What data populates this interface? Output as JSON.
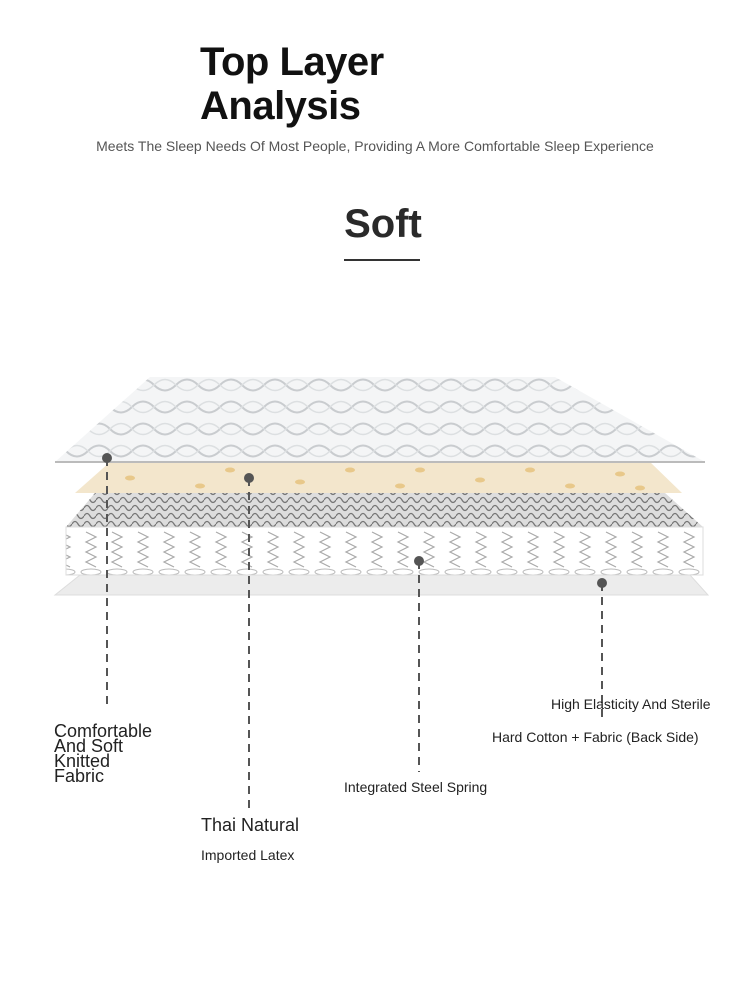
{
  "header": {
    "title_line1": "Top Layer",
    "title_line2": "Analysis",
    "subtitle": "Meets The Sleep Needs Of Most People, Providing A More Comfortable Sleep Experience",
    "section_title": "Soft"
  },
  "layers": [
    {
      "lines": [
        "Comfortable",
        "And Soft",
        "Knitted",
        "Fabric"
      ]
    },
    {
      "title": "Thai Natural",
      "detail": "Imported Latex"
    },
    {
      "title": "Integrated Steel Spring"
    },
    {
      "title": "High Elasticity And Sterile",
      "detail": "Hard Cotton + Fabric (Back Side)"
    }
  ],
  "colors": {
    "latex": "#f3e6cc",
    "latex_dot": "#e8c88a",
    "callout": "#555555"
  }
}
